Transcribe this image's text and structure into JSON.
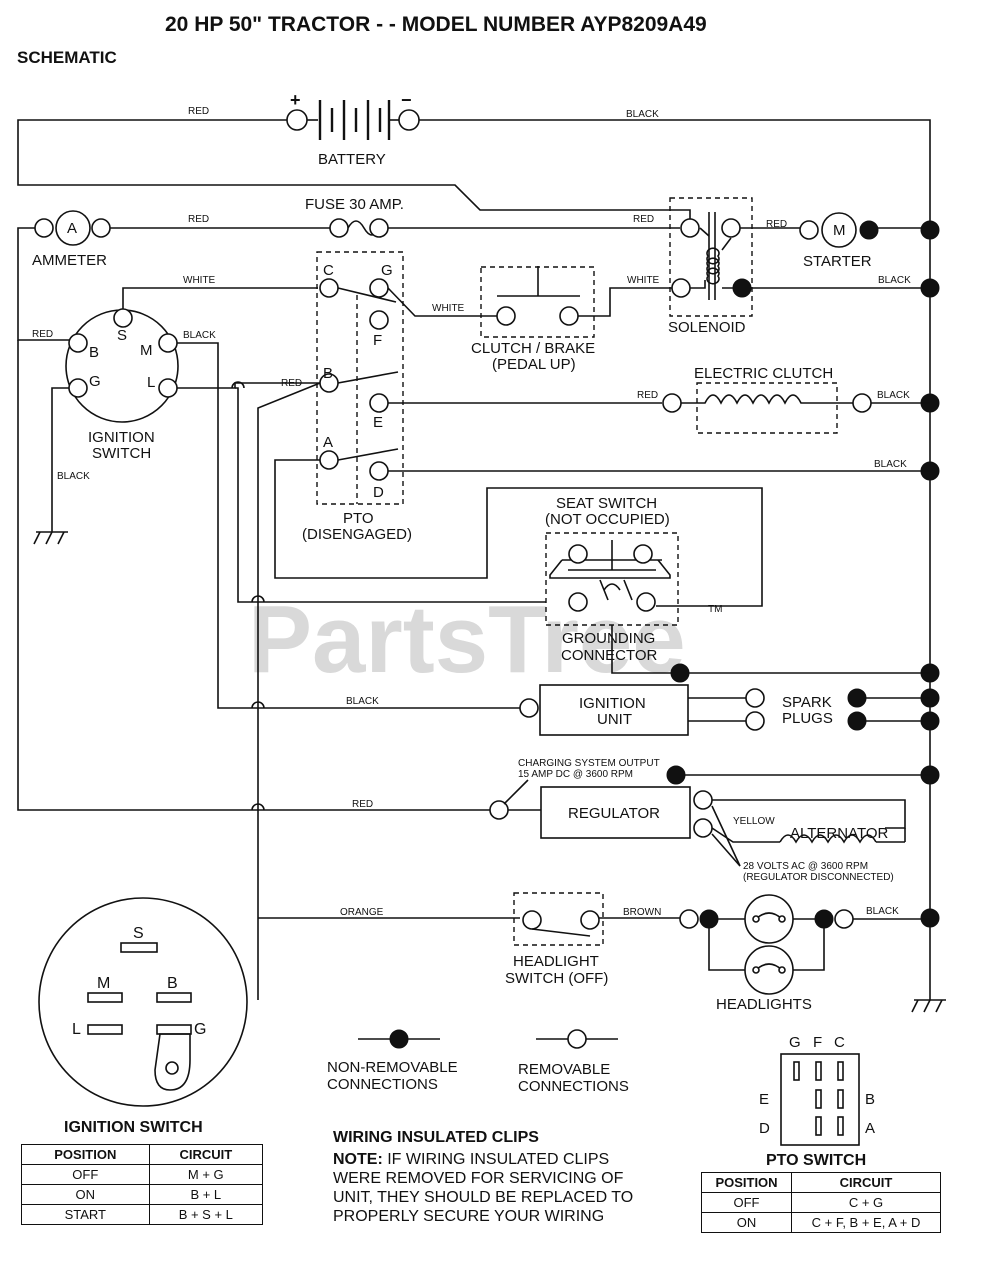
{
  "title": "20 HP 50\" TRACTOR - - MODEL NUMBER AYP8209A49",
  "subtitle": "SCHEMATIC",
  "watermark": "PartsTree",
  "watermark_tm": "TM",
  "components": {
    "battery": "BATTERY",
    "battery_plus": "+",
    "battery_minus": "−",
    "ammeter": "AMMETER",
    "ammeter_symbol": "A",
    "fuse": "FUSE 30 AMP.",
    "solenoid": "SOLENOID",
    "starter": "STARTER",
    "starter_symbol": "M",
    "clutch_brake_1": "CLUTCH / BRAKE",
    "clutch_brake_2": "(PEDAL UP)",
    "electric_clutch": "ELECTRIC CLUTCH",
    "ignition_switch_1": "IGNITION",
    "ignition_switch_2": "SWITCH",
    "pto_1": "PTO",
    "pto_2": "(DISENGAGED)",
    "seat_switch_1": "SEAT SWITCH",
    "seat_switch_2": "(NOT OCCUPIED)",
    "grounding_1": "GROUNDING",
    "grounding_2": "CONNECTOR",
    "ignition_unit_1": "IGNITION",
    "ignition_unit_2": "UNIT",
    "spark_plugs_1": "SPARK",
    "spark_plugs_2": "PLUGS",
    "regulator": "REGULATOR",
    "alternator": "ALTERNATOR",
    "charging_1": "CHARGING SYSTEM OUTPUT",
    "charging_2": "15 AMP DC @ 3600 RPM",
    "volts_1": "28 VOLTS AC @ 3600 RPM",
    "volts_2": "(REGULATOR DISCONNECTED)",
    "headlight_switch_1": "HEADLIGHT",
    "headlight_switch_2": "SWITCH (OFF)",
    "headlights": "HEADLIGHTS"
  },
  "terminals": {
    "S": "S",
    "B": "B",
    "M": "M",
    "G": "G",
    "L": "L",
    "C": "C",
    "F": "F",
    "E": "E",
    "A": "A",
    "D": "D"
  },
  "wires": {
    "red": "RED",
    "black": "BLACK",
    "white": "WHITE",
    "orange": "ORANGE",
    "brown": "BROWN",
    "yellow": "YELLOW"
  },
  "legend": {
    "non_removable_1": "NON-REMOVABLE",
    "non_removable_2": "CONNECTIONS",
    "removable_1": "REMOVABLE",
    "removable_2": "CONNECTIONS"
  },
  "ignition_table": {
    "title": "IGNITION SWITCH",
    "headers": [
      "POSITION",
      "CIRCUIT"
    ],
    "rows": [
      [
        "OFF",
        "M + G"
      ],
      [
        "ON",
        "B + L"
      ],
      [
        "START",
        "B + S + L"
      ]
    ]
  },
  "pto_table": {
    "title": "PTO SWITCH",
    "headers": [
      "POSITION",
      "CIRCUIT"
    ],
    "rows": [
      [
        "OFF",
        "C + G"
      ],
      [
        "ON",
        "C + F, B + E, A + D"
      ]
    ]
  },
  "note": {
    "heading": "WIRING INSULATED CLIPS",
    "label": "NOTE:",
    "text": "IF WIRING INSULATED CLIPS WERE REMOVED FOR SERVICING OF UNIT, THEY SHOULD BE REPLACED TO PROPERLY SECURE YOUR WIRING"
  }
}
